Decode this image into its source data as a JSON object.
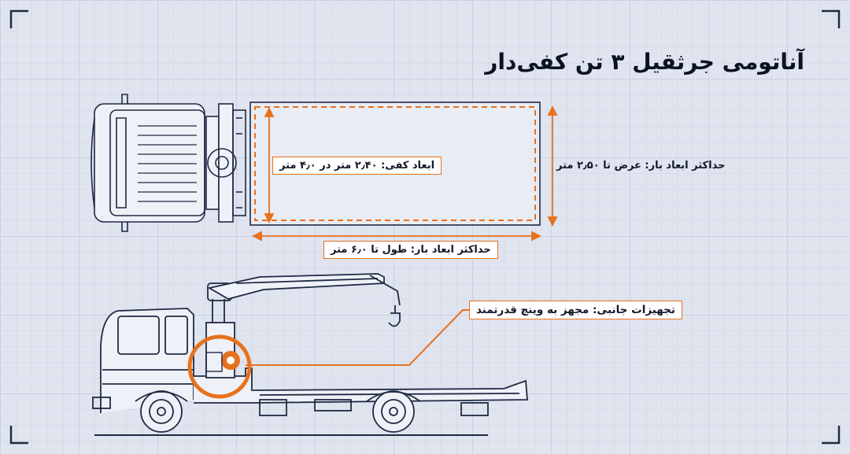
{
  "title": "آناتومی جرثقیل ۳ تن کفی‌دار",
  "labels": {
    "bed_dimensions": "ابعاد کفی: ۲٫۴۰ متر در ۴٫۰ متر",
    "max_width": "حداکثر ابعاد بار: عرض تا ۲٫۵۰ متر",
    "max_length": "حداکثر ابعاد بار: طول تا ۶٫۰ متر",
    "side_equipment": "تجهیزات جانبی: مجهز به وینچ قدرتمند"
  },
  "colors": {
    "background": "#dfe4ef",
    "grid": "#c8cfdd",
    "line_art": "#1f2a44",
    "accent": "#e8711c"
  }
}
